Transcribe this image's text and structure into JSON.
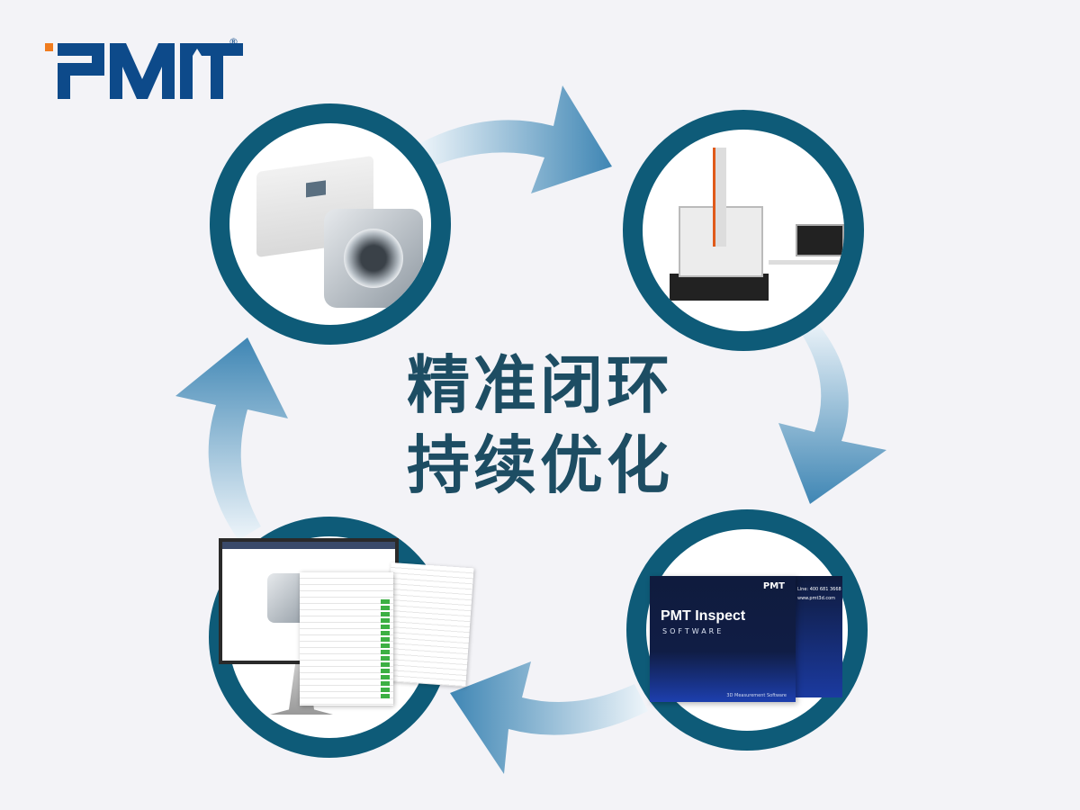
{
  "brand": {
    "logo_text": "PMT",
    "registered_mark": "®",
    "primary_color": "#0d4a8a",
    "accent_color": "#f07c1e"
  },
  "headline": {
    "line1": "精准闭环",
    "line2": "持续优化",
    "color": "#1d4d63"
  },
  "stages": [
    {
      "name": "machining",
      "icon": "cnc-machine-and-part"
    },
    {
      "name": "measurement",
      "icon": "cmm-machine"
    },
    {
      "name": "software",
      "icon": "software-box"
    },
    {
      "name": "report",
      "icon": "monitor-report"
    }
  ],
  "software_box": {
    "logo": "PMT",
    "title": "PMT Inspect",
    "subtitle": "SOFTWARE",
    "phone": "Line: 400 681 3668",
    "website": "www.pmt3d.com",
    "tagline": "3D Measurement Software"
  },
  "colors": {
    "ring": "#0e5b78",
    "arrow_light": "#dcebf5",
    "arrow_dark": "#3f86b4",
    "background": "#f3f3f7"
  }
}
